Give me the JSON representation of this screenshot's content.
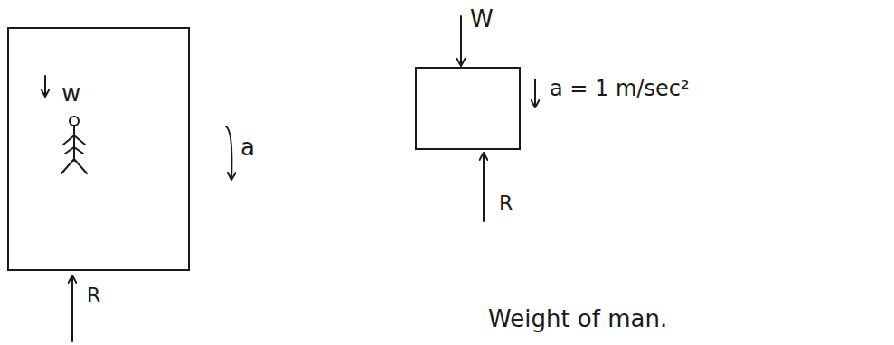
{
  "diagram": {
    "nodes": [
      {
        "text": [
          "w"
        ]
      }
    ],
    "labels": [
      "a",
      "R",
      "W",
      "a = 1 m/sec²",
      "R",
      "Weight of man."
    ]
  }
}
